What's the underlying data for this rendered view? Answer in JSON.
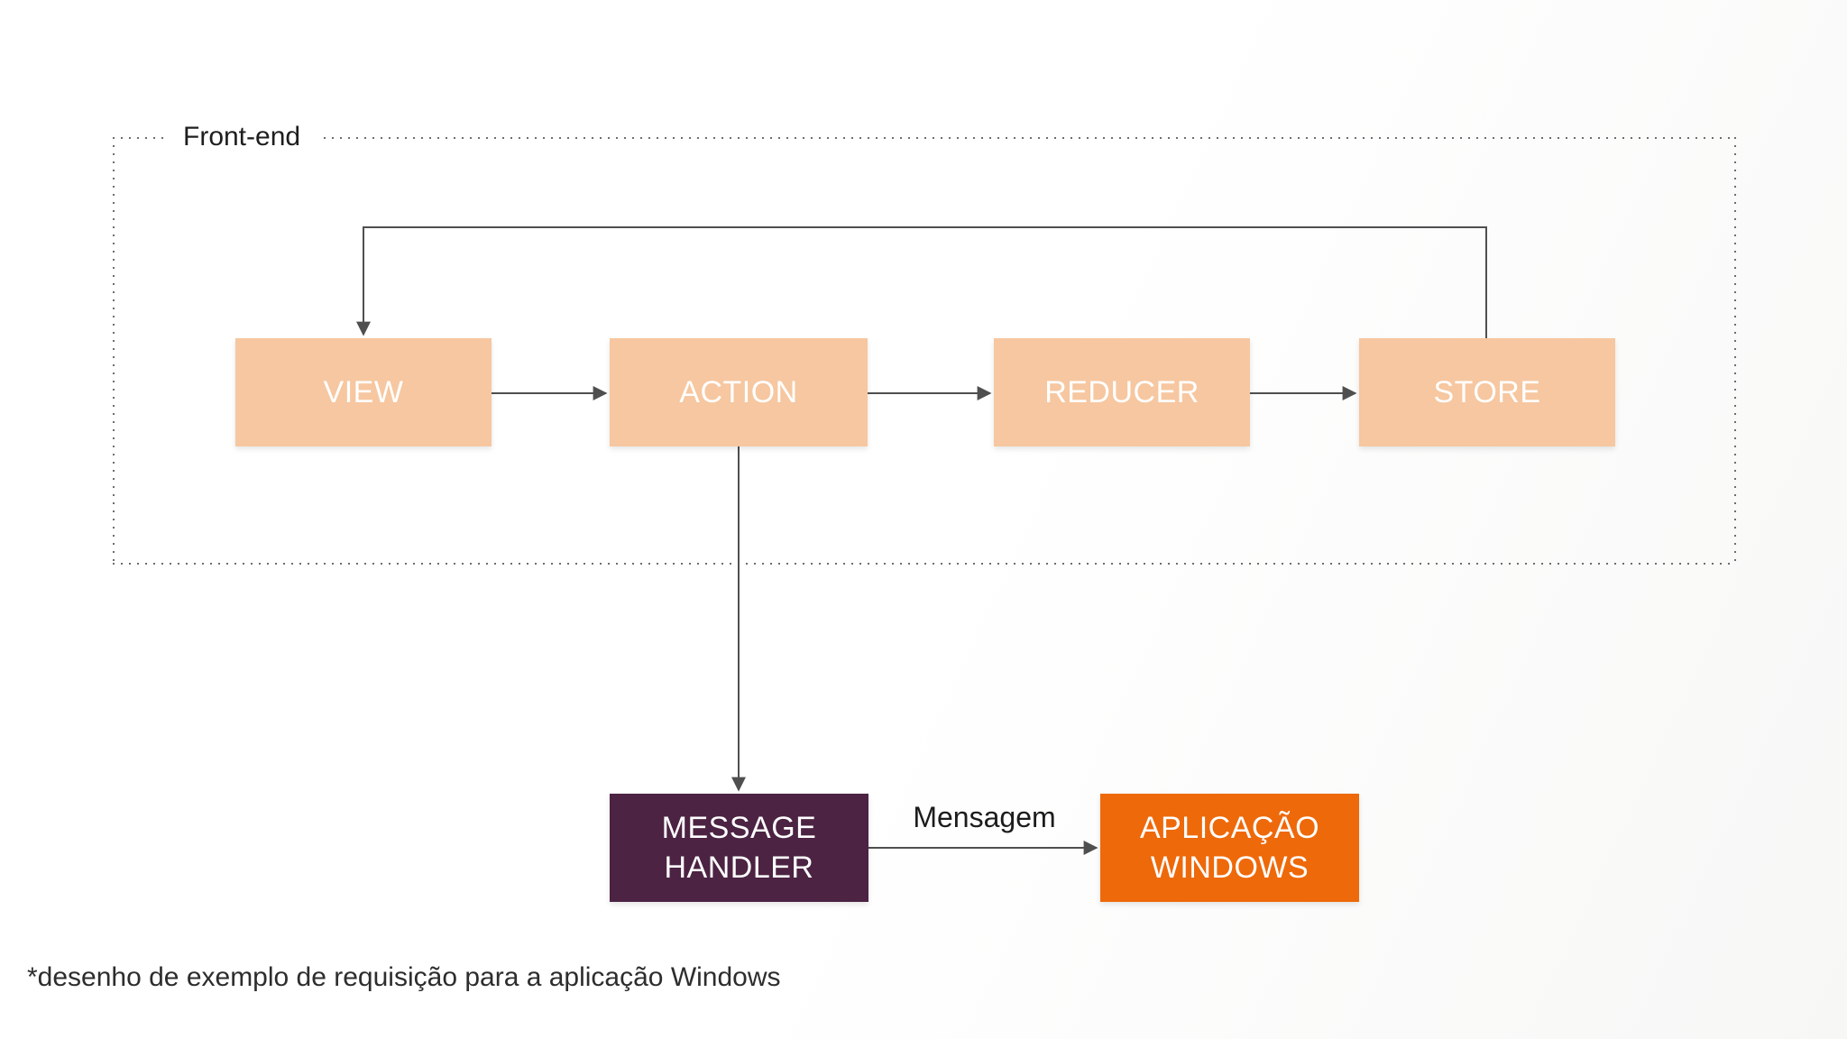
{
  "colors": {
    "peach": "#F6C7A0",
    "plum": "#4C2343",
    "orange": "#EE690A",
    "line": "#4F4F4F",
    "border-dot": "#6E6E6E",
    "text-dark": "#1E1E1E",
    "text-light": "#FFFFFF"
  },
  "frontend": {
    "label": "Front-end"
  },
  "nodes": {
    "view": {
      "label": "VIEW"
    },
    "action": {
      "label": "ACTION"
    },
    "reducer": {
      "label": "REDUCER"
    },
    "store": {
      "label": "STORE"
    },
    "message_handler": {
      "line1": "MESSAGE",
      "line2": "HANDLER"
    },
    "windows_app": {
      "line1": "APLICAÇÃO",
      "line2": "WINDOWS"
    }
  },
  "edges": {
    "mensagem_label": "Mensagem"
  },
  "footnote": "*desenho de exemplo de requisição para a aplicação Windows"
}
